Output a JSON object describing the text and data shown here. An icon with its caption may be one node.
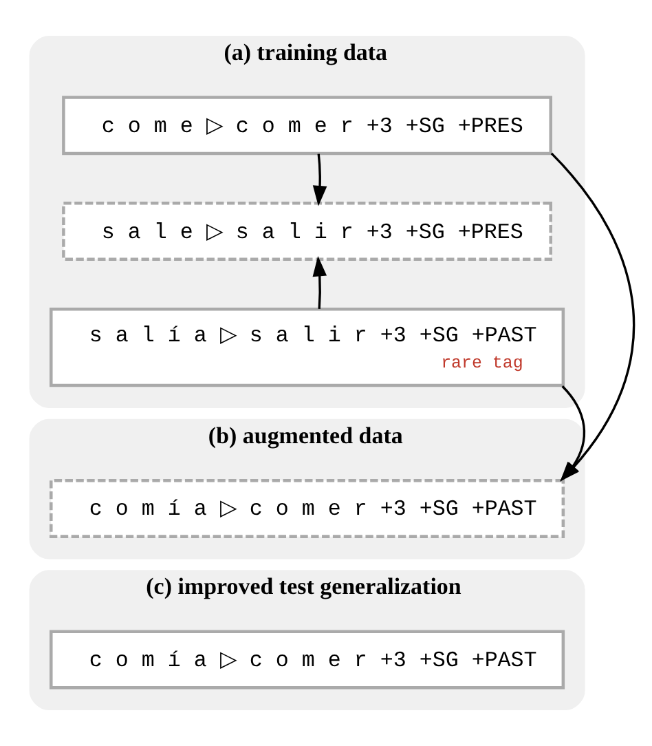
{
  "diagram": {
    "nodes": [
      {
        "text": [
          "(a) training data"
        ]
      },
      {
        "text": [
          "c o m e ▷ c o m e r +3 +SG +PRES"
        ],
        "in": 0
      },
      {
        "text": [
          "s a l e ▷ s a l i r +3 +SG +PRES"
        ],
        "in": 0
      },
      {
        "text": [
          "s a l í a ▷ s a l i r +3 +SG +PAST",
          "rare tag"
        ],
        "in": 0
      },
      {
        "text": [
          "(b) augmented data"
        ]
      },
      {
        "text": [
          "c o m í a ▷ c o m e r +3 +SG +PAST"
        ],
        "in": 4
      },
      {
        "text": [
          "(c) improved test generalization"
        ]
      },
      {
        "text": [
          "c o m í a ▷ c o m e r +3 +SG +PAST"
        ],
        "in": 6
      }
    ],
    "edges": [
      {
        "from": 1,
        "to": 2,
        "arrow": "to"
      },
      {
        "from": 3,
        "to": 2,
        "arrow": "to"
      },
      {
        "from": 1,
        "to": 5,
        "arrow": "to"
      },
      {
        "from": 3,
        "to": 5,
        "arrow": "to"
      }
    ]
  }
}
